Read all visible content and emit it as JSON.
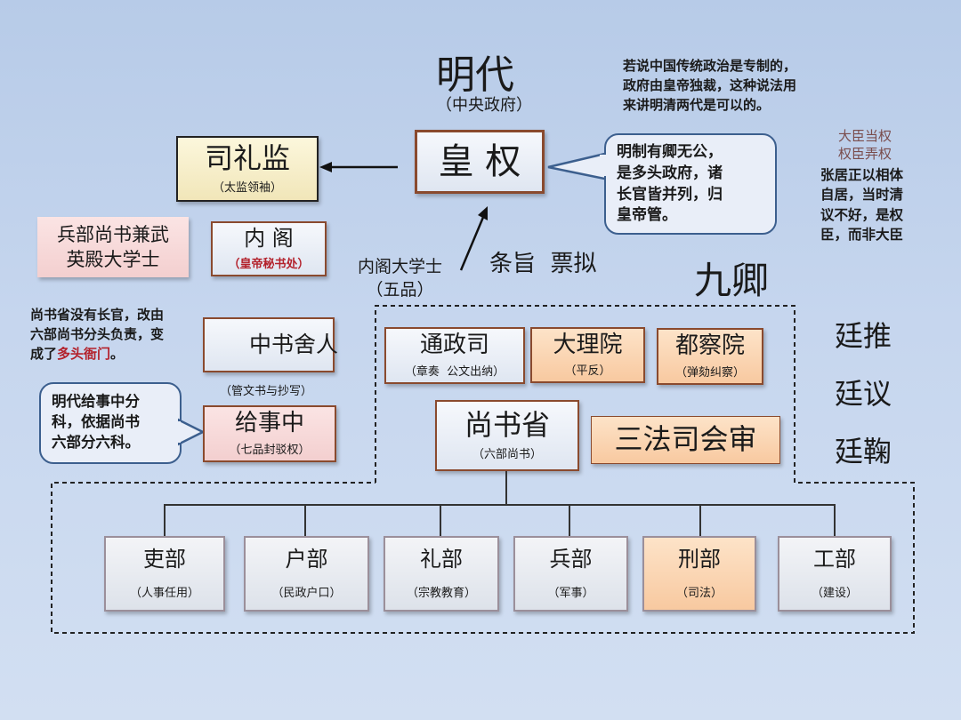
{
  "title": {
    "main": "明代",
    "sub": "（中央政府）"
  },
  "top_note": [
    "若说中国传统政治是专制的，",
    "政府由皇帝独裁，这种说法用",
    "来讲明清两代是可以的。"
  ],
  "emperor": {
    "label": "皇 权"
  },
  "silijian": {
    "label": "司礼监",
    "sub": "（太监领袖）"
  },
  "callout_right": [
    "明制有卿无公，",
    "是多头政府，诸",
    "长官皆并列，归",
    "皇帝管。"
  ],
  "side_note": {
    "line1": "大臣当权",
    "line2": "权臣弄权",
    "body": [
      "张居正以相体",
      "自居，当时清",
      "议不好，是权",
      "臣，而非大臣"
    ]
  },
  "bingbu_shangshu": {
    "line1": "兵部尚书兼武",
    "line2": "英殿大学士"
  },
  "neige": {
    "label": "内 阁",
    "sub": "（皇帝秘书处）"
  },
  "neige_daxueshi": {
    "line1": "内阁大学士",
    "line2": "（五品）"
  },
  "tiaozhi": "条旨  票拟",
  "jiuqing": "九卿",
  "left_note": {
    "line1": "尚书省没有长官，改由",
    "line2": "六部尚书分头负责，变",
    "line3_pre": "成了",
    "line3_red": "多头衙门",
    "line3_post": "。"
  },
  "zhongshu": {
    "label": "中书舍人",
    "sub": "（管文书与抄写）"
  },
  "callout_left": [
    "明代给事中分",
    "科，依据尚书",
    "六部分六科。"
  ],
  "jishizhong": {
    "label": "给事中",
    "sub": "（七品封驳权）"
  },
  "tongzhengsi": {
    "label": "通政司",
    "sub": "（章奏  公文出纳）"
  },
  "dalisi": {
    "label": "大理院",
    "sub": "（平反）"
  },
  "duchayuan": {
    "label": "都察院",
    "sub": "（弹劾纠察）"
  },
  "tingtui": [
    "廷推",
    "廷议",
    "廷鞠"
  ],
  "shangshusheng": {
    "label": "尚书省",
    "sub": "（六部尚书）"
  },
  "sanfasi": "三法司会审",
  "ministries": [
    {
      "label": "吏部",
      "sub": "（人事任用）"
    },
    {
      "label": "户部",
      "sub": "（民政户口）"
    },
    {
      "label": "礼部",
      "sub": "（宗教教育）"
    },
    {
      "label": "兵部",
      "sub": "（军事）"
    },
    {
      "label": "刑部",
      "sub": "（司法）"
    },
    {
      "label": "工部",
      "sub": "（建设）"
    }
  ],
  "colors": {
    "border": "#8a4a2e",
    "callout_border": "#3c5f8e",
    "red_text": "#b3202a",
    "peach": "#f8c9a0"
  }
}
